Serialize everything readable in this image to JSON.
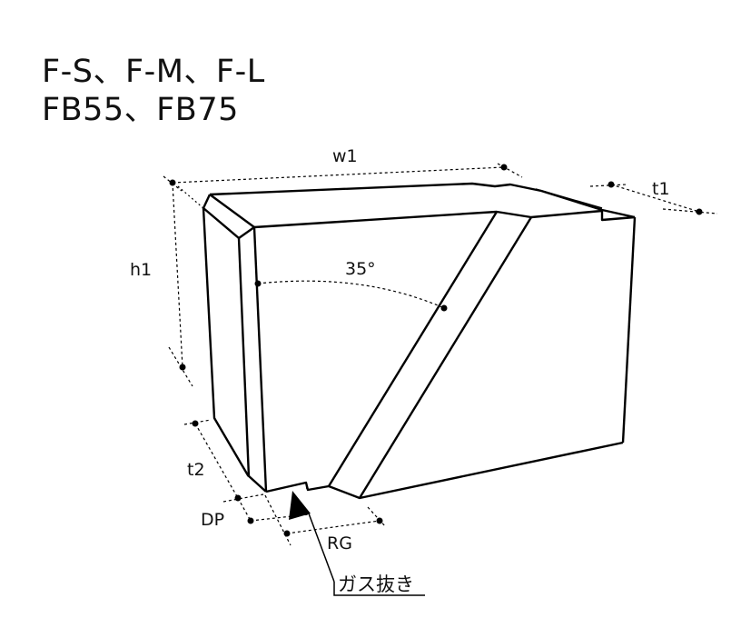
{
  "title": {
    "line1": "F-S、F-M、F-L",
    "line2": "FB55、FB75"
  },
  "labels": {
    "w1": "w1",
    "t1": "t1",
    "h1": "h1",
    "angle": "35°",
    "t2": "t2",
    "dp": "DP",
    "rg": "RG",
    "gas_vent": "ガス抜き"
  }
}
